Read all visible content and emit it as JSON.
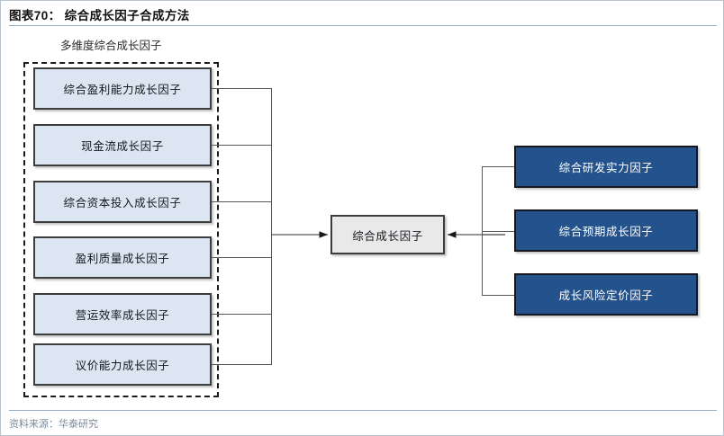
{
  "header": {
    "title": "图表70： 综合成长因子合成方法",
    "source_note": "资料来源：华泰研究"
  },
  "diagram": {
    "group_heading": "多维度综合成长因子",
    "left_nodes": [
      {
        "label": "综合盈利能力成长因子"
      },
      {
        "label": "现金流成长因子"
      },
      {
        "label": "综合资本投入成长因子"
      },
      {
        "label": "盈利质量成长因子"
      },
      {
        "label": "营运效率成长因子"
      },
      {
        "label": "议价能力成长因子"
      }
    ],
    "center_node": {
      "label": "综合成长因子"
    },
    "right_nodes": [
      {
        "label": "综合研发实力因子"
      },
      {
        "label": "综合预期成长因子"
      },
      {
        "label": "成长风险定价因子"
      }
    ],
    "colors": {
      "left_fill": "#dce6f2",
      "center_fill": "#e9e9e9",
      "right_fill": "#23528c",
      "box_border": "#3d3d3d",
      "connector": "#595959",
      "rule": "#93aec4",
      "source_text": "#7d8a99"
    }
  }
}
